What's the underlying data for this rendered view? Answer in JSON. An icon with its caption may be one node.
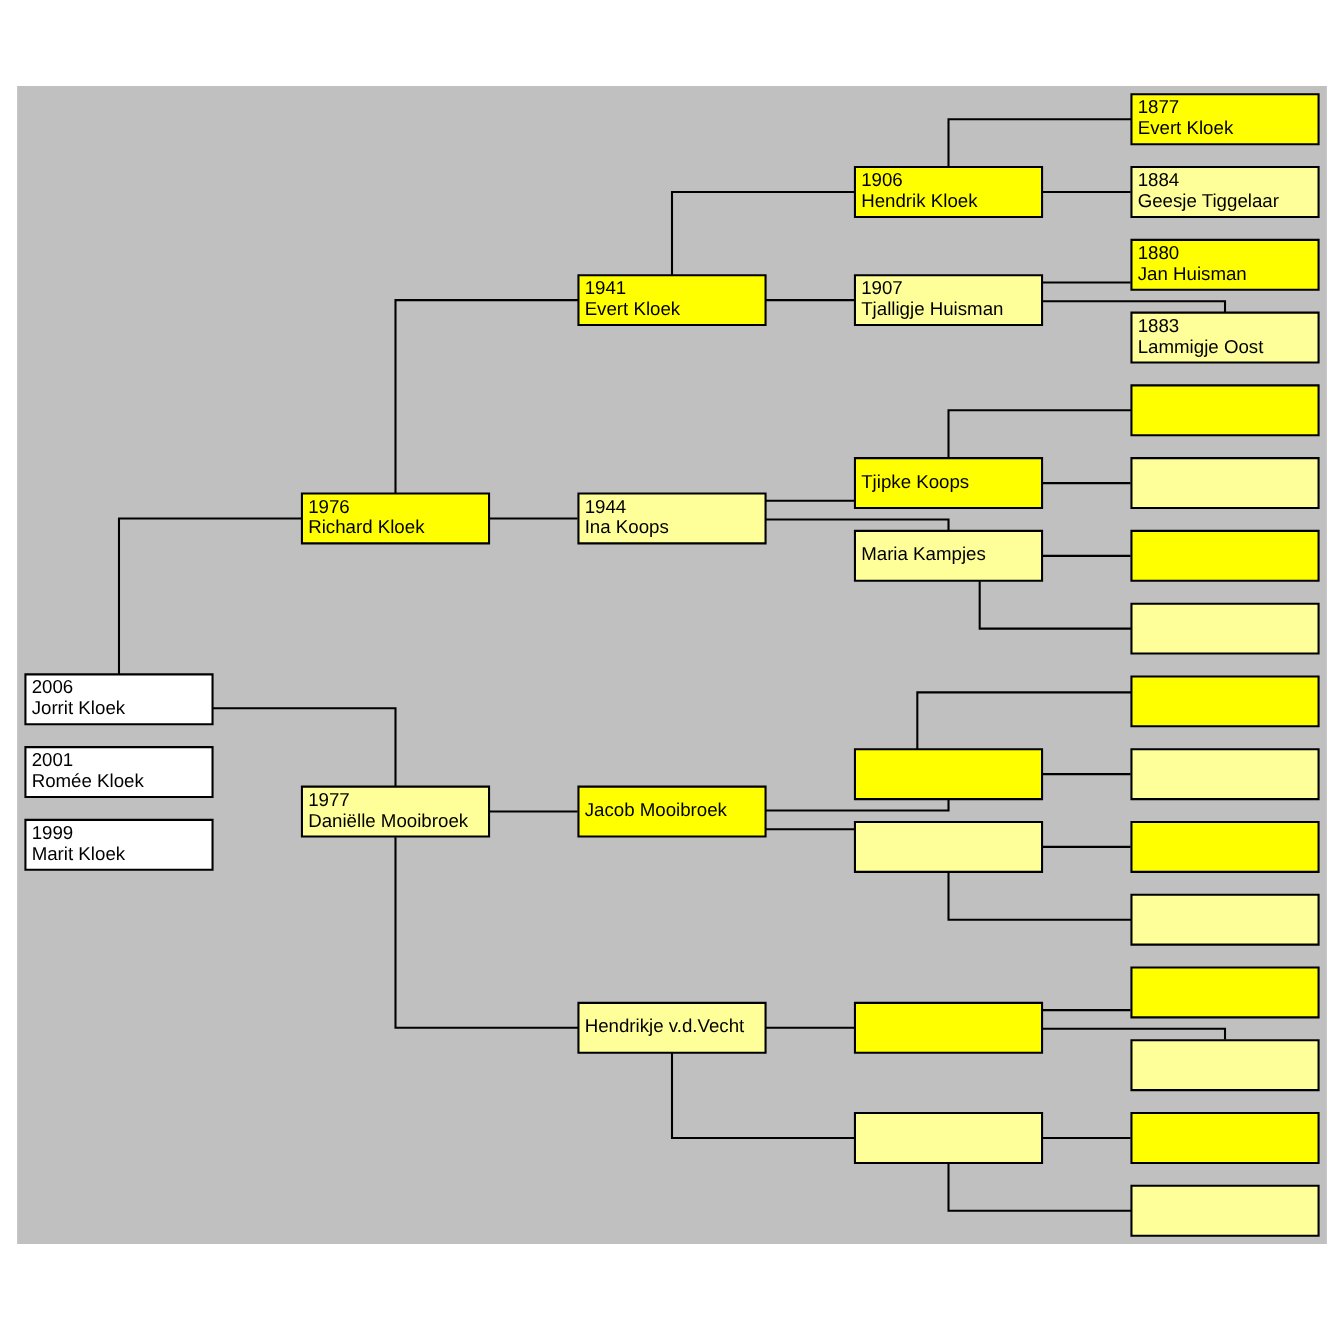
{
  "diagram": {
    "nodes": [
      {
        "text": [
          "1999",
          "Marit Kloek"
        ]
      },
      {
        "text": [
          "2001",
          "Romée Kloek"
        ]
      },
      {
        "text": [
          "2006",
          "Jorrit Kloek"
        ]
      },
      {
        "text": [
          "1976",
          "Richard Kloek"
        ]
      },
      {
        "text": [
          "1977",
          "Daniëlle Mooibroek"
        ]
      },
      {
        "text": [
          "1941",
          "Evert Kloek"
        ]
      },
      {
        "text": [
          "1944",
          "Ina Koops"
        ]
      },
      {
        "text": [
          "Jacob Mooibroek"
        ]
      },
      {
        "text": [
          "Hendrikje v.d.Vecht"
        ]
      },
      {
        "text": [
          "1906",
          "Hendrik Kloek"
        ]
      },
      {
        "text": [
          "1907",
          "Tjalligje Huisman"
        ]
      },
      {
        "text": [
          "Tjipke Koops"
        ]
      },
      {
        "text": [
          "Maria Kampjes"
        ]
      },
      {
        "text": [],
        "shape": "box"
      },
      {
        "text": [],
        "shape": "box"
      },
      {
        "text": [],
        "shape": "box"
      },
      {
        "text": [],
        "shape": "box"
      },
      {
        "text": [
          "1877",
          "Evert Kloek"
        ]
      },
      {
        "text": [
          "1884",
          "Geesje Tiggelaar"
        ]
      },
      {
        "text": [
          "1880",
          "Jan Huisman"
        ]
      },
      {
        "text": [
          "1883",
          "Lammigje Oost"
        ]
      },
      {
        "text": [],
        "shape": "box"
      },
      {
        "text": [],
        "shape": "box"
      },
      {
        "text": [],
        "shape": "box"
      },
      {
        "text": [],
        "shape": "box"
      },
      {
        "text": [],
        "shape": "box"
      },
      {
        "text": [],
        "shape": "box"
      },
      {
        "text": [],
        "shape": "box"
      },
      {
        "text": [],
        "shape": "box"
      },
      {
        "text": [],
        "shape": "box"
      },
      {
        "text": [],
        "shape": "box"
      },
      {
        "text": [],
        "shape": "box"
      },
      {
        "text": [],
        "shape": "box"
      }
    ],
    "edges": [
      {
        "from": 2,
        "to": 3,
        "arrow": "none"
      },
      {
        "from": 2,
        "to": 4,
        "arrow": "none"
      },
      {
        "from": 3,
        "to": 5,
        "arrow": "none"
      },
      {
        "from": 3,
        "to": 6,
        "arrow": "none"
      },
      {
        "from": 4,
        "to": 7,
        "arrow": "none"
      },
      {
        "from": 4,
        "to": 8,
        "arrow": "none"
      },
      {
        "from": 5,
        "to": 9,
        "arrow": "none"
      },
      {
        "from": 5,
        "to": 10,
        "arrow": "none"
      },
      {
        "from": 6,
        "to": 11,
        "arrow": "none"
      },
      {
        "from": 6,
        "to": 12,
        "arrow": "none"
      },
      {
        "from": 7,
        "to": 13,
        "arrow": "none"
      },
      {
        "from": 7,
        "to": 14,
        "arrow": "none"
      },
      {
        "from": 8,
        "to": 15,
        "arrow": "none"
      },
      {
        "from": 8,
        "to": 16,
        "arrow": "none"
      },
      {
        "from": 9,
        "to": 17,
        "arrow": "none"
      },
      {
        "from": 9,
        "to": 18,
        "arrow": "none"
      },
      {
        "from": 10,
        "to": 19,
        "arrow": "none"
      },
      {
        "from": 10,
        "to": 20,
        "arrow": "none"
      },
      {
        "from": 11,
        "to": 21,
        "arrow": "none"
      },
      {
        "from": 11,
        "to": 22,
        "arrow": "none"
      },
      {
        "from": 12,
        "to": 23,
        "arrow": "none"
      },
      {
        "from": 12,
        "to": 24,
        "arrow": "none"
      },
      {
        "from": 13,
        "to": 25,
        "arrow": "none"
      },
      {
        "from": 13,
        "to": 26,
        "arrow": "none"
      },
      {
        "from": 14,
        "to": 27,
        "arrow": "none"
      },
      {
        "from": 14,
        "to": 28,
        "arrow": "none"
      },
      {
        "from": 15,
        "to": 29,
        "arrow": "none"
      },
      {
        "from": 15,
        "to": 30,
        "arrow": "none"
      },
      {
        "from": 16,
        "to": 31,
        "arrow": "none"
      },
      {
        "from": 16,
        "to": 32,
        "arrow": "none"
      }
    ]
  }
}
